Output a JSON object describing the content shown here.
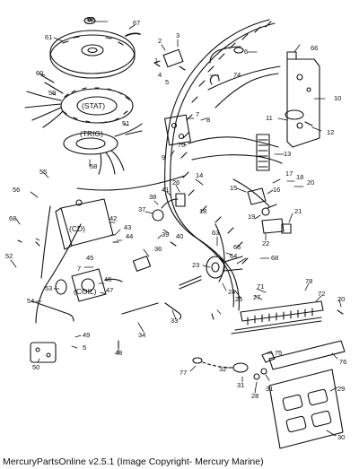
{
  "diagram": {
    "component_labels": {
      "stator": "(STAT)",
      "trigger": "(TRIG)",
      "cd_module": "(CD)",
      "coil": "(COIL)"
    },
    "callouts": [
      "62",
      "67",
      "61",
      "60",
      "59",
      "1",
      "2",
      "3",
      "4",
      "5",
      "6",
      "74",
      "66",
      "10",
      "11",
      "12",
      "51",
      "7",
      "8",
      "9",
      "70",
      "13",
      "58",
      "55",
      "56",
      "68",
      "52",
      "54",
      "53",
      "7",
      "45",
      "46",
      "47",
      "49",
      "50",
      "5",
      "48",
      "42",
      "43",
      "44",
      "39",
      "40",
      "38",
      "37",
      "41",
      "26",
      "14",
      "15",
      "16",
      "17",
      "18",
      "19",
      "18",
      "20",
      "21",
      "22",
      "36",
      "23",
      "24",
      "25",
      "64",
      "63",
      "65",
      "68",
      "71",
      "27",
      "34",
      "33",
      "77",
      "32",
      "31",
      "28",
      "31",
      "75",
      "78",
      "72",
      "20",
      "76",
      "29",
      "30"
    ]
  },
  "footer": {
    "text": "MercuryPartsOnline v2.5.1 (Image Copyright- Mercury Marine)"
  }
}
